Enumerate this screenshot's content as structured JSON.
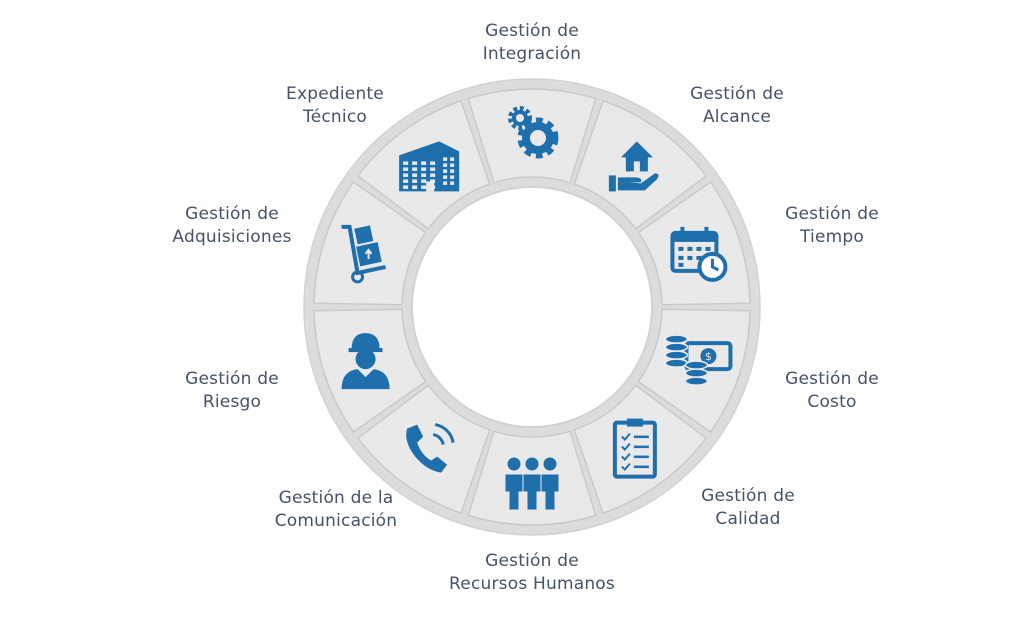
{
  "title": "Gestión de proyectos",
  "colors": {
    "icon": "#1f6fad",
    "segment": "#e9e9ea",
    "segment_edge": "#c9c9cb",
    "text": "#44536a"
  },
  "segments": [
    {
      "line1": "Gestión de",
      "line2": "Integración",
      "icon": "gears-icon"
    },
    {
      "line1": "Gestión de",
      "line2": "Alcance",
      "icon": "house-hand-icon"
    },
    {
      "line1": "Gestión de",
      "line2": "Tiempo",
      "icon": "calendar-clock-icon"
    },
    {
      "line1": "Gestión de",
      "line2": "Costo",
      "icon": "money-coins-icon"
    },
    {
      "line1": "Gestión de",
      "line2": "Calidad",
      "icon": "clipboard-checklist-icon"
    },
    {
      "line1": "Gestión de",
      "line2": "Recursos Humanos",
      "icon": "team-icon"
    },
    {
      "line1": "Gestión de la",
      "line2": "Comunicación",
      "icon": "phone-icon"
    },
    {
      "line1": "Gestión de",
      "line2": "Riesgo",
      "icon": "worker-helmet-icon"
    },
    {
      "line1": "Gestión de",
      "line2": "Adquisiciones",
      "icon": "hand-truck-icon"
    },
    {
      "line1": "Expediente",
      "line2": "Técnico",
      "icon": "building-icon"
    }
  ]
}
